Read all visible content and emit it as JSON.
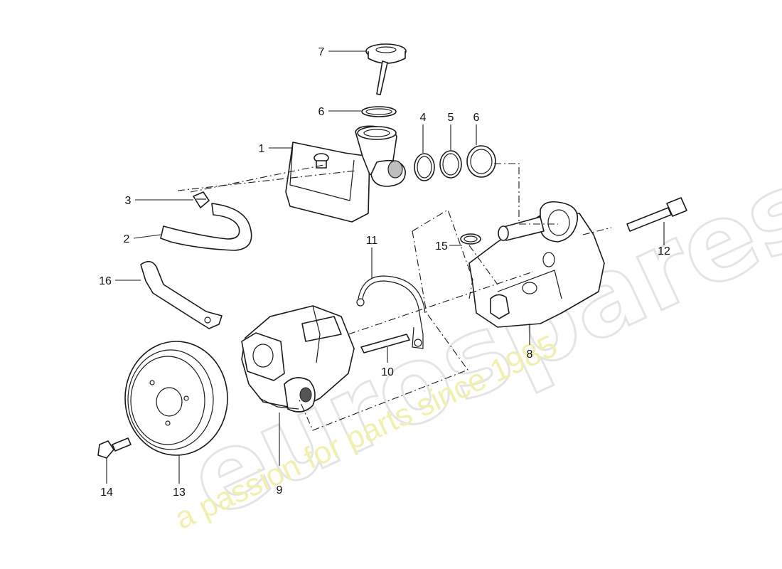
{
  "watermark": {
    "brand": "eurospares",
    "tagline": "a passion for parts since 1985"
  },
  "callouts": [
    {
      "id": "c1",
      "text": "1"
    },
    {
      "id": "c2",
      "text": "2"
    },
    {
      "id": "c3",
      "text": "3"
    },
    {
      "id": "c4",
      "text": "4"
    },
    {
      "id": "c5",
      "text": "5"
    },
    {
      "id": "c6a",
      "text": "6"
    },
    {
      "id": "c6b",
      "text": "6"
    },
    {
      "id": "c7",
      "text": "7"
    },
    {
      "id": "c8",
      "text": "8"
    },
    {
      "id": "c9",
      "text": "9"
    },
    {
      "id": "c10",
      "text": "10"
    },
    {
      "id": "c11",
      "text": "11"
    },
    {
      "id": "c12",
      "text": "12"
    },
    {
      "id": "c13",
      "text": "13"
    },
    {
      "id": "c14",
      "text": "14"
    },
    {
      "id": "c15",
      "text": "15"
    },
    {
      "id": "c16",
      "text": "16"
    }
  ]
}
